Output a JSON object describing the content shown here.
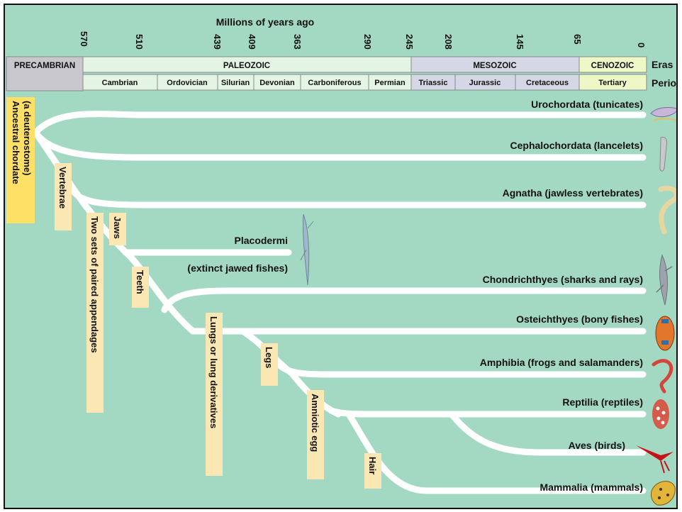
{
  "colors": {
    "background": "#a3d9c3",
    "branch": "#ffffff",
    "trait_box": "#fbe7b3",
    "ancestor_box": "#ffe066",
    "precambrian": "#c8c8cc",
    "paleozoic": "#e4f4e4",
    "mesozoic": "#d4d8e6",
    "cenozoic": "#eef7c6",
    "text": "#111111",
    "animal_fill": "#b8bfc6"
  },
  "header": {
    "axis_title": "Millions of years ago",
    "eras_label": "Eras",
    "periods_label": "Periods",
    "ticks": [
      "570",
      "510",
      "439",
      "409",
      "363",
      "290",
      "245",
      "208",
      "145",
      "65",
      "0"
    ],
    "eras": [
      "Precambrian",
      "Paleozoic",
      "Mesozoic",
      "Cenozoic"
    ],
    "periods": [
      "Cambrian",
      "Ordovician",
      "Silurian",
      "Devonian",
      "Carboniferous",
      "Permian",
      "Triassic",
      "Jurassic",
      "Cretaceous",
      "Tertiary"
    ]
  },
  "ancestor": "Ancestral chordate (a deuterostome)",
  "traits": [
    "Vertebrae",
    "Two sets of paired appendages",
    "Jaws",
    "Teeth",
    "Lungs or lung derivatives",
    "Legs",
    "Amniotic egg",
    "Hair"
  ],
  "taxa": [
    {
      "label": "Urochordata (tunicates)",
      "icon": "tunicate-icon"
    },
    {
      "label": "Cephalochordata (lancelets)",
      "icon": "lancelet-icon"
    },
    {
      "label": "Agnatha (jawless vertebrates)",
      "icon": "lamprey-icon"
    },
    {
      "label": "Placodermi",
      "icon": "placoderm-icon"
    },
    {
      "label": "(extinct jawed fishes)"
    },
    {
      "label": "Chondrichthyes (sharks and rays)",
      "icon": "shark-icon"
    },
    {
      "label": "Osteichthyes (bony fishes)",
      "icon": "bony-fish-icon"
    },
    {
      "label": "Amphibia (frogs and salamanders)",
      "icon": "salamander-icon"
    },
    {
      "label": "Reptilia (reptiles)",
      "icon": "snake-icon"
    },
    {
      "label": "Aves (birds)",
      "icon": "bird-icon"
    },
    {
      "label": "Mammalia (mammals)",
      "icon": "mammal-icon"
    }
  ]
}
